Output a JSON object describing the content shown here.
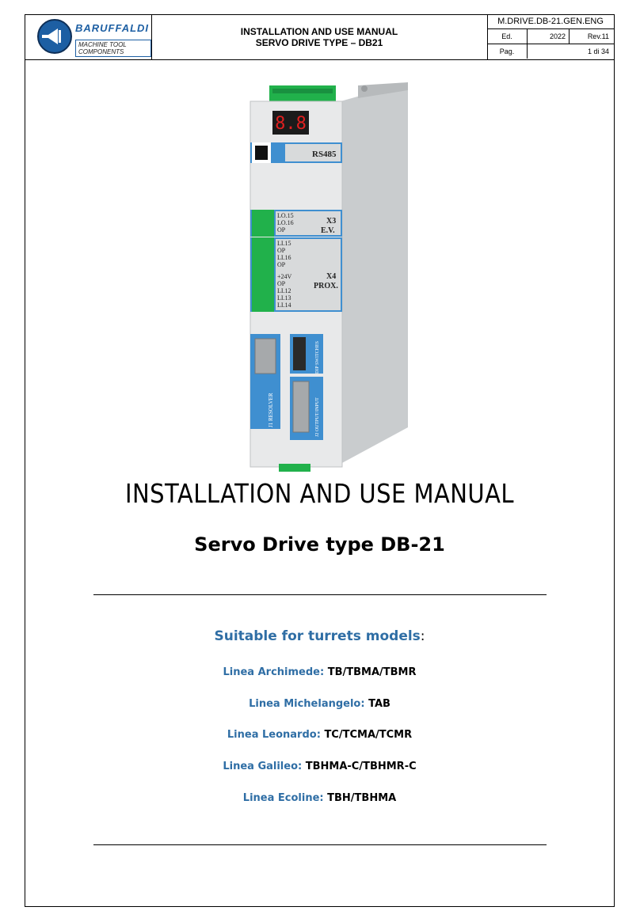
{
  "header": {
    "logo": {
      "brand": "BARUFFALDI",
      "tagline": "MACHINE TOOL COMPONENTS"
    },
    "title_line1": "INSTALLATION AND USE MANUAL",
    "title_line2": "SERVO DRIVE TYPE – DB21",
    "doc_code": "M.DRIVE.DB-21.GEN.ENG",
    "ed_label": "Ed.",
    "ed_year": "2022",
    "revision": "Rev.11",
    "page_label": "Pag.",
    "page_value": "1 di 34"
  },
  "device": {
    "display": "8.8",
    "rs485_label": "RS485",
    "x3_pins": [
      "LO.15",
      "LO.16",
      "OP"
    ],
    "x3_title": "X3",
    "x3_sub": "E.V.",
    "x4_pins": [
      "LI.15",
      "OP",
      "LI.16",
      "OP",
      "+24V",
      "OP",
      "LI.12",
      "LI.13",
      "LI.14"
    ],
    "x4_title": "X4",
    "x4_sub": "PROX.",
    "j1_label": "J1 RESOLVER",
    "dip_label": "DIP SWITCHES",
    "j2_label": "J2 OUTPUT/INPUT"
  },
  "main_title": "INSTALLATION AND USE MANUAL",
  "sub_title": "Servo Drive type  DB-21",
  "suitable_heading": "Suitable for turrets models",
  "suitable_colon": ":",
  "lines": [
    {
      "name": "Linea Archimede:",
      "models": "TB/TBMA/TBMR"
    },
    {
      "name": "Linea Michelangelo:",
      "models": "TAB"
    },
    {
      "name": "Linea Leonardo:",
      "models": "TC/TCMA/TCMR"
    },
    {
      "name": "Linea Galileo:",
      "models": "TBHMA-C/TBHMR-C"
    },
    {
      "name": "Linea Ecoline:",
      "models": "TBH/TBHMA"
    }
  ],
  "colors": {
    "accent_blue": "#2f6ea5",
    "logo_blue": "#1d5fa3",
    "terminal_green": "#21b14b",
    "label_blue": "#3f8fd0"
  }
}
